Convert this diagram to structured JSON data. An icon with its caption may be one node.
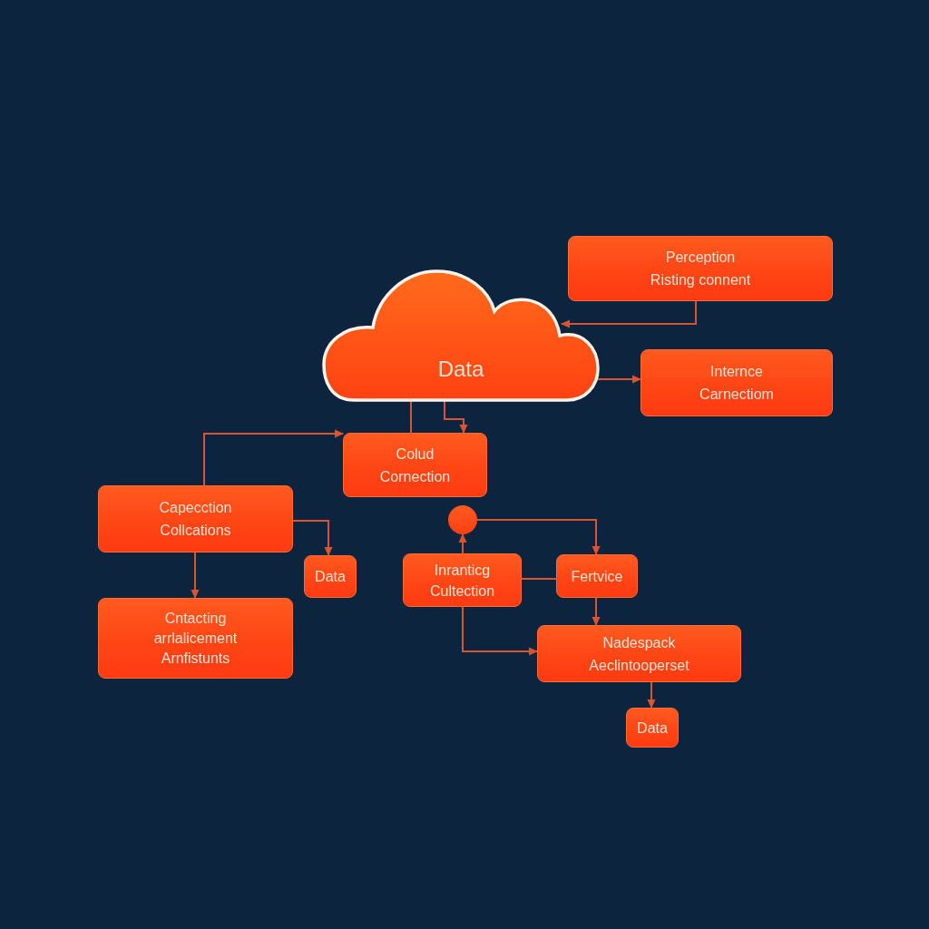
{
  "diagram": {
    "nodes": [
      {
        "text": [
          "Data"
        ]
      },
      {
        "text": [
          "Perception Risting connent"
        ]
      },
      {
        "text": [
          "Internce Carnectiom"
        ]
      },
      {
        "text": [
          "Colud Cornection"
        ]
      },
      {
        "text": [
          "Capecction Collcations"
        ]
      },
      {
        "text": [
          "Data"
        ]
      },
      {
        "text": [],
        "shape": "circle"
      },
      {
        "text": [
          "Inranticg Cultection"
        ]
      },
      {
        "text": [
          "Fertvice"
        ]
      },
      {
        "text": [
          "Cntacting arrlalicement Arnfistunts"
        ]
      },
      {
        "text": [
          "Nadespack Aeclintooperset"
        ]
      },
      {
        "text": [
          "Data"
        ]
      }
    ],
    "edges": [
      {
        "from": 1,
        "to": 0,
        "arrow": "to"
      },
      {
        "from": 0,
        "to": 2,
        "arrow": "to"
      },
      {
        "from": 0,
        "to": 3,
        "arrow": "none"
      },
      {
        "from": 0,
        "to": 3,
        "arrow": "to"
      },
      {
        "from": 4,
        "to": 3,
        "arrow": "to"
      },
      {
        "from": 4,
        "to": 5,
        "arrow": "to"
      },
      {
        "from": 4,
        "to": 9,
        "arrow": "to"
      },
      {
        "from": 7,
        "to": 6,
        "arrow": "to"
      },
      {
        "from": 6,
        "to": 8,
        "arrow": "to"
      },
      {
        "from": 7,
        "to": 8,
        "arrow": "none"
      },
      {
        "from": 8,
        "to": 10,
        "arrow": "to"
      },
      {
        "from": 7,
        "to": 10,
        "arrow": "to"
      },
      {
        "from": 10,
        "to": 11,
        "arrow": "to"
      }
    ]
  }
}
